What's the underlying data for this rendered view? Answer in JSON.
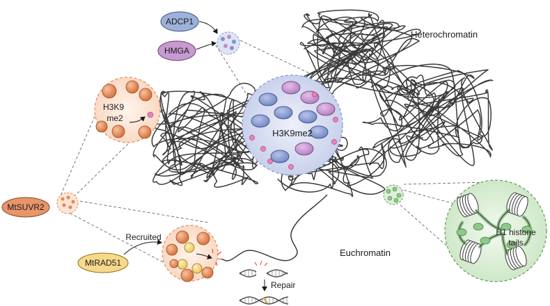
{
  "labels": {
    "heterochromatin": "Heterochromatin",
    "euchromatin": "Euchromatin",
    "h3k9me2_center": "H3K9me2",
    "h3k9": "H3K9",
    "me2": "me2",
    "h1_line1": "H1 histone",
    "h1_line2": "tails",
    "recruited": "Recruited",
    "repair": "Repair"
  },
  "proteins": {
    "adcp1": "ADCP1",
    "hmga": "HMGA",
    "mtsuvr2": "MtSUVR2",
    "mtrad51": "MtRAD51"
  },
  "colors": {
    "chromatin_line": "#3a3a3a",
    "adcp1_fill": "#9db1da",
    "hmga_fill": "#c79ad0",
    "mtsuvr2_fill": "#e8956a",
    "mtrad51_fill": "#f7d88c",
    "blue_nucleosome": "#7f93cc",
    "purple_nucleosome": "#c08cc9",
    "orange_ball": "#e48a58",
    "yellow_ball": "#f3d67a",
    "pink_dot": "#e783b8",
    "green_zoom": "#cfe8c8",
    "green_dots": "#8fc989",
    "damage_mark": "#d9402b"
  }
}
